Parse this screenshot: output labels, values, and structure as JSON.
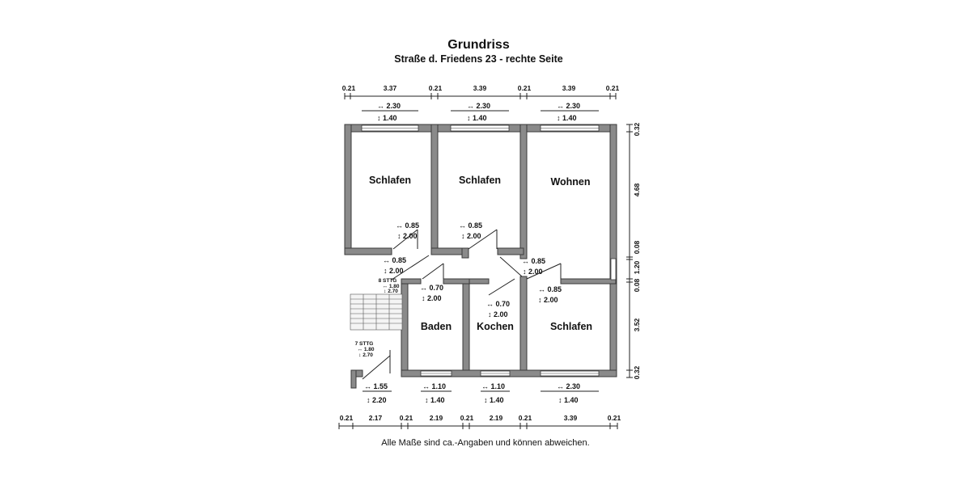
{
  "title": "Grundriss",
  "subtitle": "Straße d. Friedens 23 - rechte Seite",
  "note": "Alle Maße sind ca.-Angaben und können abweichen.",
  "rooms": [
    "Schlafen",
    "Schlafen",
    "Wohnen",
    "Baden",
    "Kochen",
    "Schlafen"
  ],
  "top_dimensions": [
    "0.21",
    "3.37",
    "0.21",
    "3.39",
    "0.21",
    "3.39",
    "0.21"
  ],
  "bottom_dimensions": [
    "0.21",
    "2.17",
    "0.21",
    "2.19",
    "0.21",
    "2.19",
    "0.21",
    "3.39",
    "0.21"
  ],
  "right_dimensions": [
    "0.32",
    "4.68",
    "0.08",
    "1.20",
    "0.08",
    "3.52",
    "0.32"
  ],
  "top_windows": [
    {
      "w": "↔ 2.30",
      "h": "↕ 1.40"
    },
    {
      "w": "↔ 2.30",
      "h": "↕ 1.40"
    },
    {
      "w": "↔ 2.30",
      "h": "↕ 1.40"
    }
  ],
  "bottom_windows": [
    {
      "w": "↔ 1.55",
      "h": "↕ 2.20"
    },
    {
      "w": "↔ 1.10",
      "h": "↕ 1.40"
    },
    {
      "w": "↔ 1.10",
      "h": "↕ 1.40"
    },
    {
      "w": "↔ 2.30",
      "h": "↕ 1.40"
    }
  ],
  "doors": [
    {
      "w": "↔ 0.85",
      "h": "↕ 2.00"
    },
    {
      "w": "↔ 0.85",
      "h": "↕ 2.00"
    },
    {
      "w": "↔ 0.85",
      "h": "↕ 2.00"
    },
    {
      "w": "↔ 0.85",
      "h": "↕ 2.00"
    },
    {
      "w": "↔ 0.70",
      "h": "↕ 2.00"
    },
    {
      "w": "↔ 0.70",
      "h": "↕ 2.00"
    },
    {
      "w": "↔ 0.85",
      "h": "↕ 2.00"
    }
  ],
  "stairs": [
    {
      "label": "8 STTG",
      "w": "↔ 1.80",
      "h": "↕ 2.70"
    },
    {
      "label": "7 STTG",
      "w": "↔ 1.80",
      "h": "↕ 2.70"
    }
  ]
}
